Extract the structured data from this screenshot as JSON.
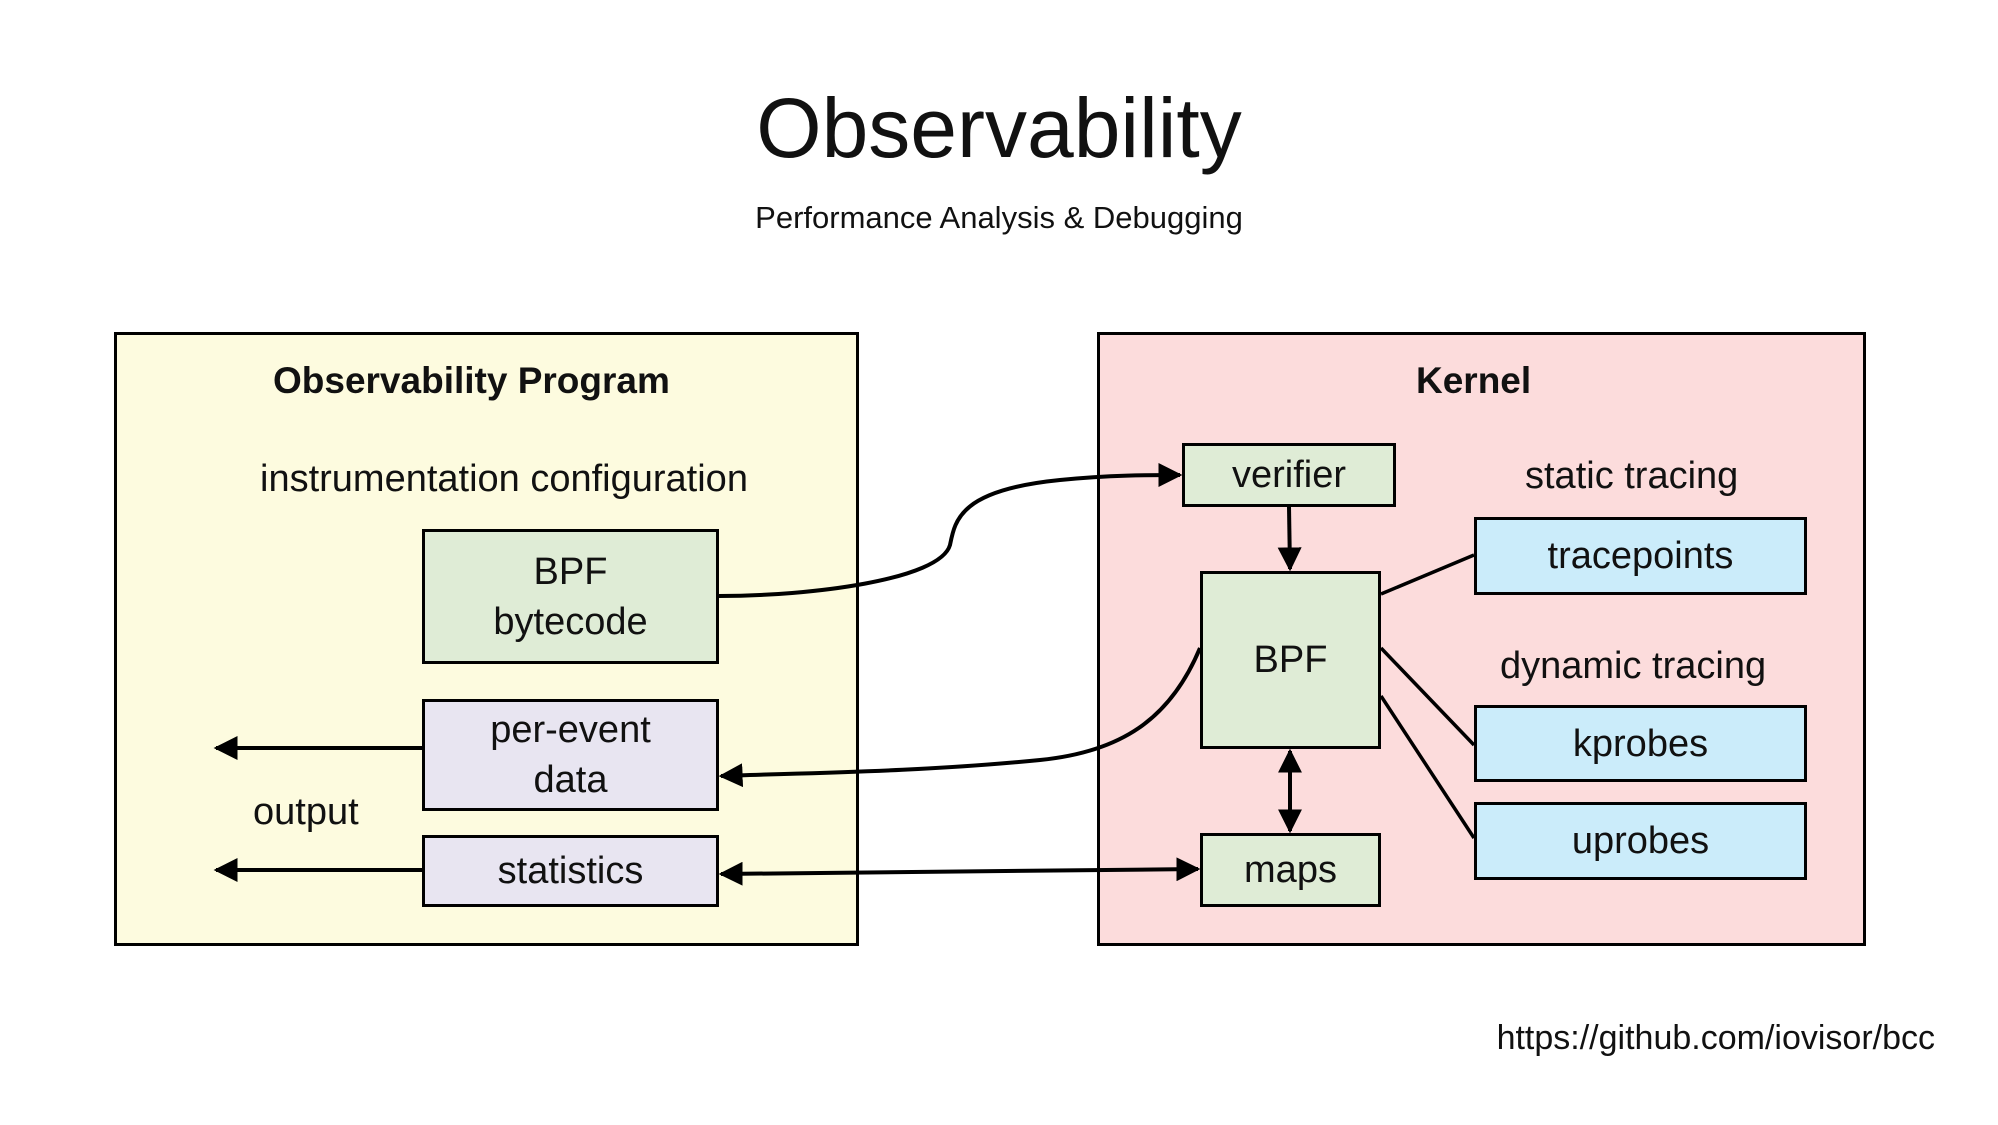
{
  "title": "Observability",
  "subtitle": "Performance Analysis & Debugging",
  "left_panel": {
    "heading": "Observability Program",
    "section_label": "instrumentation configuration",
    "output_label": "output",
    "boxes": {
      "bytecode": {
        "line1": "BPF",
        "line2": "bytecode"
      },
      "per_event": {
        "line1": "per-event",
        "line2": "data"
      },
      "statistics": "statistics"
    }
  },
  "right_panel": {
    "heading": "Kernel",
    "static_label": "static tracing",
    "dynamic_label": "dynamic tracing",
    "boxes": {
      "verifier": "verifier",
      "bpf": "BPF",
      "maps": "maps",
      "tracepoints": "tracepoints",
      "kprobes": "kprobes",
      "uprobes": "uprobes"
    }
  },
  "colors": {
    "program_panel": "#fdfbdf",
    "kernel_panel": "#fcdcdc",
    "bpf_boxes": "#dfecd6",
    "output_boxes": "#e8e5f1",
    "probe_boxes": "#cbecfa"
  },
  "footer_url": "https://github.com/iovisor/bcc"
}
